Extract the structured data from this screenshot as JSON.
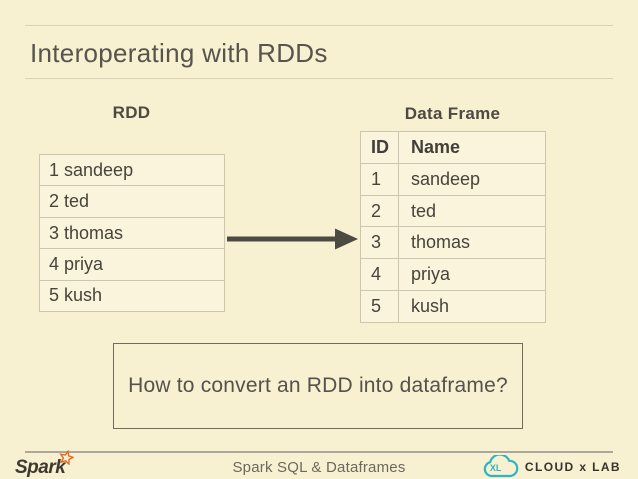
{
  "title": "Interoperating with RDDs",
  "rdd": {
    "label": "RDD",
    "rows": [
      "1 sandeep",
      "2 ted",
      "3 thomas",
      "4 priya",
      "5 kush"
    ]
  },
  "dataframe": {
    "label": "Data Frame",
    "columns": [
      "ID",
      "Name"
    ],
    "rows": [
      {
        "id": "1",
        "name": "sandeep"
      },
      {
        "id": "2",
        "name": "ted"
      },
      {
        "id": "3",
        "name": "thomas"
      },
      {
        "id": "4",
        "name": "priya"
      },
      {
        "id": "5",
        "name": "kush"
      }
    ]
  },
  "question": "How to convert an RDD into dataframe?",
  "footer": {
    "spark_logo_text": "Spark",
    "center_text": "Spark SQL & Dataframes",
    "cloudxlab_letters": "XL",
    "cloudxlab_text": "CLOUD x LAB"
  },
  "icons": {
    "arrow_right": "arrow-right-icon",
    "spark_star": "spark-star-icon",
    "cloud": "cloudxlab-cloud-icon"
  },
  "colors": {
    "background": "#f7f0d1",
    "table_background": "#faf4dc",
    "table_border": "#cbc6af",
    "text_dark": "#46443b",
    "arrow": "#4c4a43",
    "spark_orange": "#e8641f",
    "cloudxlab_teal": "#2fb4c7"
  }
}
